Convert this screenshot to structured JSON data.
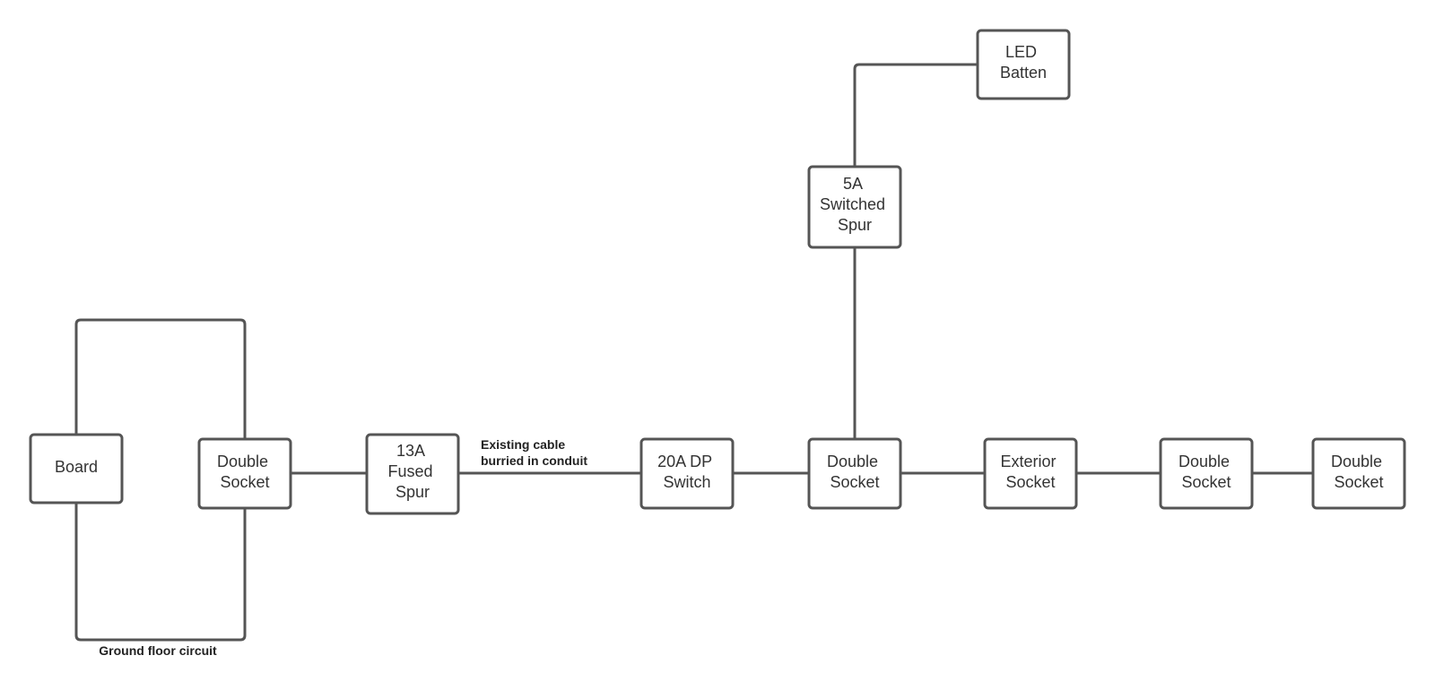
{
  "diagram": {
    "nodes": {
      "board": [
        "Board"
      ],
      "socket_1": [
        "Double",
        "Socket"
      ],
      "fused_spur": [
        "13A",
        "Fused",
        "Spur"
      ],
      "dp_switch": [
        "20A DP",
        "Switch"
      ],
      "socket_2": [
        "Double",
        "Socket"
      ],
      "switched_spur": [
        "5A",
        "Switched",
        "Spur"
      ],
      "led_batten": [
        "LED",
        "Batten"
      ],
      "exterior_socket": [
        "Exterior",
        "Socket"
      ],
      "socket_3": [
        "Double",
        "Socket"
      ],
      "socket_4": [
        "Double",
        "Socket"
      ]
    },
    "notes": {
      "ground_floor": "Ground floor circuit",
      "existing_cable_1": "Existing cable",
      "existing_cable_2": "burried in conduit"
    },
    "colors": {
      "line": "#555555",
      "text": "#333333"
    }
  }
}
